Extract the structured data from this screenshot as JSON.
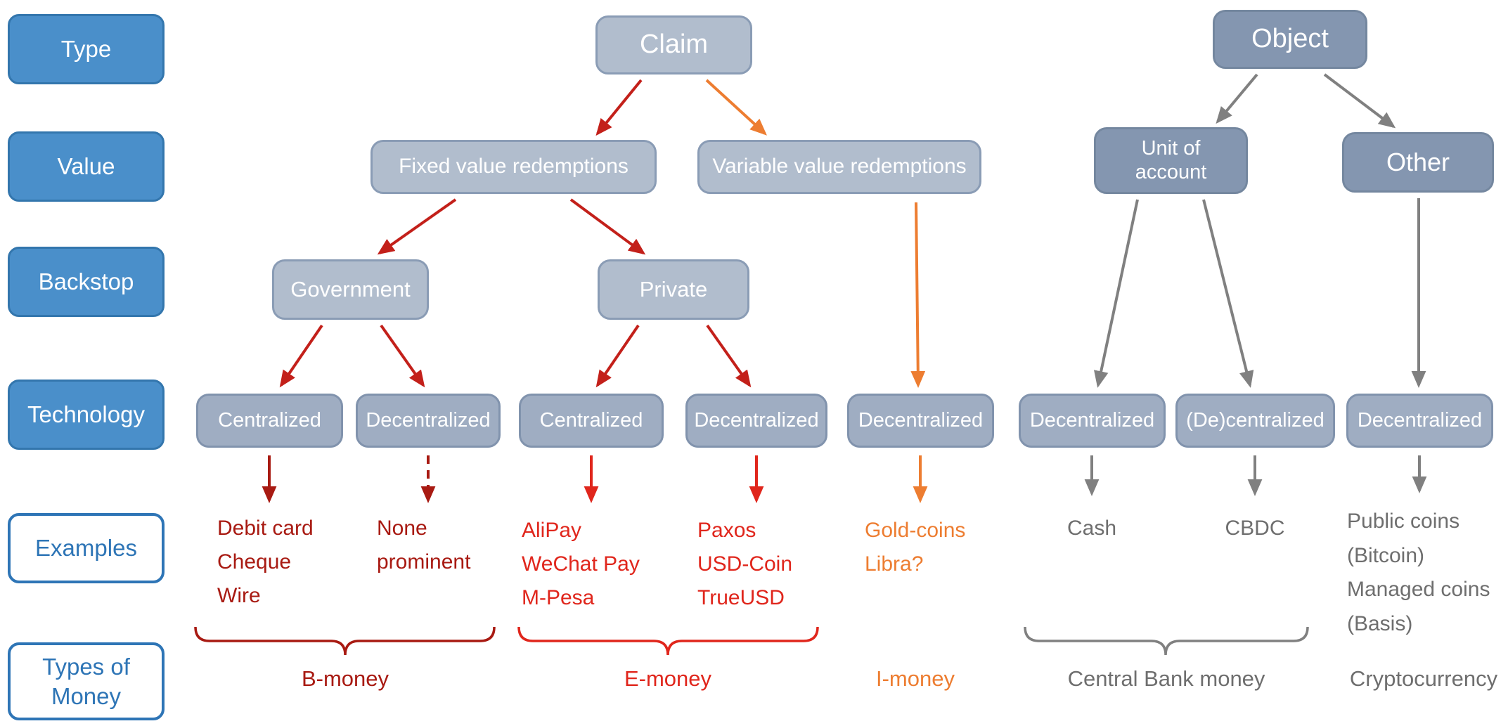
{
  "colors": {
    "row_label_blue": "#4a8fca",
    "row_label_border": "#2e75b6",
    "node_light": "#b1bdcd",
    "node_mid": "#9fadc2",
    "node_dark": "#8496b0",
    "dark_red": "#a81a12",
    "red": "#e0261c",
    "tree_red": "#c3201a",
    "orange": "#ed7d31",
    "gray": "#808080"
  },
  "row_labels": [
    {
      "label": "Type"
    },
    {
      "label": "Value"
    },
    {
      "label": "Backstop"
    },
    {
      "label": "Technology"
    },
    {
      "label": "Examples"
    },
    {
      "label": "Types of\nMoney"
    }
  ],
  "nodes": {
    "claim": "Claim",
    "object": "Object",
    "fixed": "Fixed value redemptions",
    "variable": "Variable value redemptions",
    "unit_of_account": "Unit of\naccount",
    "other": "Other",
    "government": "Government",
    "private": "Private",
    "tech": [
      "Centralized",
      "Decentralized",
      "Centralized",
      "Decentralized",
      "Decentralized",
      "Decentralized",
      "(De)centralized",
      "Decentralized"
    ]
  },
  "examples": {
    "debit": "Debit card\nCheque\nWire",
    "none": "None\nprominent",
    "alipay": "AliPay\nWeChat Pay\nM-Pesa",
    "paxos": "Paxos\nUSD-Coin\nTrueUSD",
    "gold": "Gold-coins\nLibra?",
    "cash": "Cash",
    "cbdc": "CBDC",
    "public_coins": "Public coins\n(Bitcoin)\nManaged coins\n(Basis)"
  },
  "money_types": {
    "b": "B-money",
    "e": "E-money",
    "i": "I-money",
    "central_bank": "Central Bank money",
    "crypto": "Cryptocurrency"
  }
}
